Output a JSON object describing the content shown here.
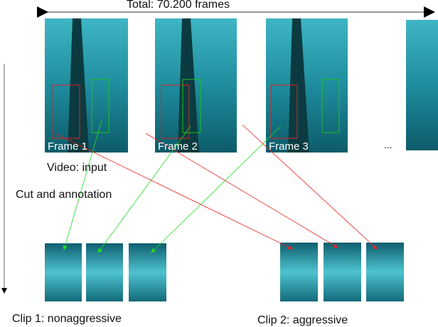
{
  "total_label": "Total: 70.200 frames",
  "frames": [
    {
      "label": "Frame 1"
    },
    {
      "label": "Frame 2"
    },
    {
      "label": "Frame 3"
    }
  ],
  "ellipsis": "...",
  "video_label": "Video: input",
  "process_label": "Cut and annotation",
  "clip1_label": "Clip 1: nonaggressive",
  "clip2_label": "Clip 2: aggressive",
  "colors": {
    "nonaggressive": "#22dd22",
    "aggressive": "#ee2222",
    "frame_bg": "#1a8a9a"
  }
}
